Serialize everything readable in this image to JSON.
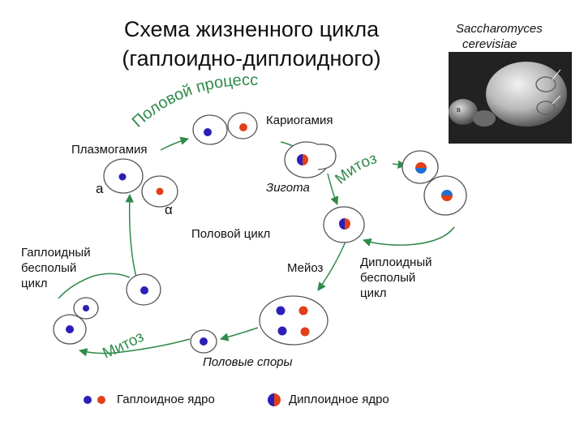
{
  "title_line1": "Схема жизненного цикла",
  "title_line2": "(гаплоидно-диплоидного)",
  "photo_caption_line1": "Saccharomyces",
  "photo_caption_line2": "cerevisiae",
  "photo_mark": "в",
  "labels": {
    "sexual_process": "Половой процесс",
    "karyogamy": "Кариогамия",
    "plasmogamy": "Плазмогамия",
    "zygote": "Зигота",
    "mitosis_top": "Митоз",
    "mating_a": "a",
    "mating_alpha": "α",
    "sexual_cycle": "Половой цикл",
    "meiosis": "Мейоз",
    "haploid_line1": "Гаплоидный",
    "haploid_line2": "бесполый",
    "haploid_line3": "цикл",
    "diploid_line1": "Диплоидный",
    "diploid_line2": "бесполый",
    "diploid_line3": "цикл",
    "mitosis_bottom": "Митоз",
    "spores": "Половые споры"
  },
  "legend": {
    "haploid": "Гаплоидное ядро",
    "diploid": "Диплоидное ядро"
  },
  "colors": {
    "blue_nucleus": "#2b1fb8",
    "red_nucleus": "#e0401a",
    "arrow_green": "#2f8a4a",
    "cell_outline": "#555555",
    "diploid_blue": "#1e6fd0"
  }
}
